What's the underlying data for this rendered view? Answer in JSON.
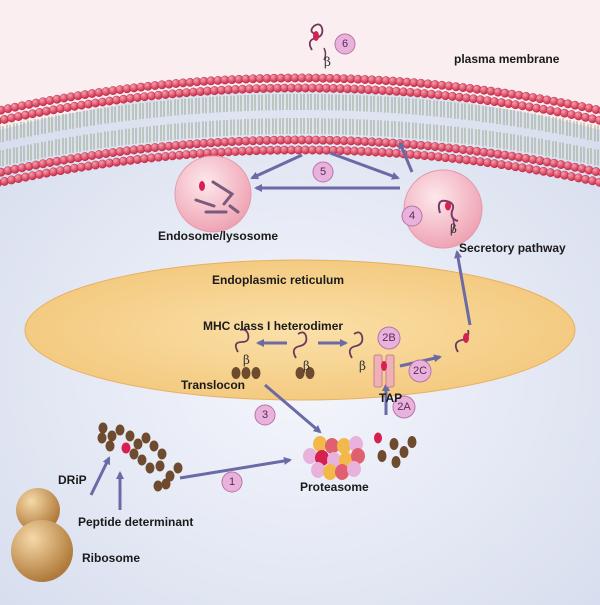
{
  "labels": {
    "plasma_membrane": "plasma membrane",
    "endosome": "Endosome/lysosome",
    "secretory": "Secretory pathway",
    "er": "Endoplasmic reticulum",
    "mhc": "MHC class I heterodimer",
    "translocon": "Translocon",
    "tap": "TAP",
    "proteasome": "Proteasome",
    "drip": "DRiP",
    "peptide": "Peptide determinant",
    "ribosome": "Ribosome"
  },
  "steps": {
    "s1": "1",
    "s2a": "2A",
    "s2b": "2B",
    "s2c": "2C",
    "s3": "3",
    "s4": "4",
    "s5": "5",
    "s6": "6"
  },
  "beta_symbol": "β",
  "colors": {
    "membrane_head": "#e0405a",
    "cytoplasm": "#e6ebf7",
    "er_fill": "#f8d08a",
    "arrow": "#6a6aa6",
    "step_circle": "#e9b2dc",
    "ribosome": "#c99a5a",
    "protein": "#7a5a3a",
    "peptide": "#d62050",
    "vesicle": "#f6c5ce"
  }
}
